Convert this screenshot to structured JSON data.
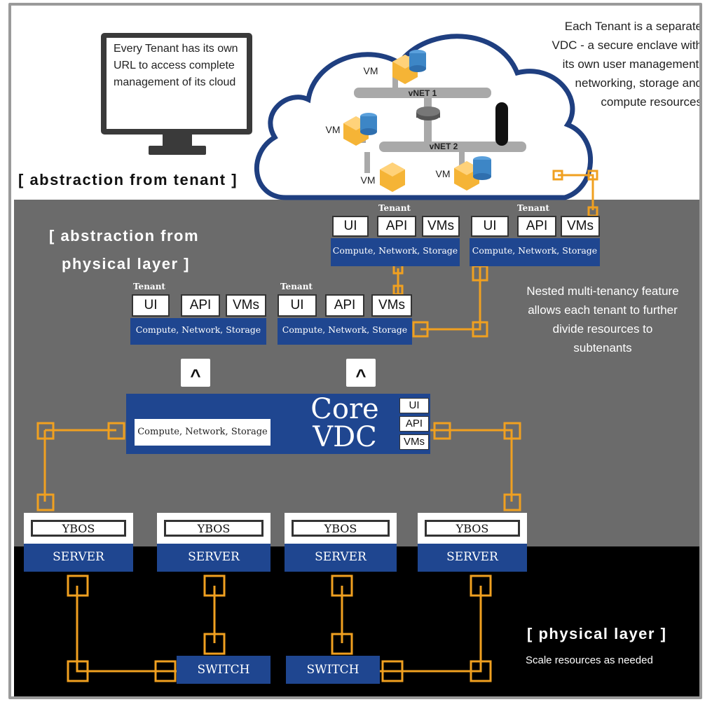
{
  "monitor": {
    "text": "Every Tenant has its own URL to access complete management of its cloud"
  },
  "headings": {
    "tenant": "[ abstraction from tenant ]",
    "physical_abstraction_line1": "[ abstraction from",
    "physical_abstraction_line2": "physical layer ]",
    "physical_layer": "[ physical layer ]"
  },
  "notes": {
    "vdc": [
      "Each Tenant is a separate",
      "VDC - a secure enclave with",
      "its own user management,",
      "networking, storage and",
      "compute resources"
    ],
    "nested": [
      "Nested multi-tenancy feature",
      "allows each tenant to further",
      "divide resources to",
      "subtenants"
    ],
    "scale": "Scale resources as needed"
  },
  "cloud": {
    "vnet1": "vNET 1",
    "vnet2": "vNET 2",
    "vm_label": "VM"
  },
  "tenant_block": {
    "label": "Tenant",
    "ui": "UI",
    "api": "API",
    "vms": "VMs",
    "resources": "Compute, Network, Storage"
  },
  "core": {
    "title_line1": "Core",
    "title_line2": "VDC",
    "resources": "Compute, Network, Storage",
    "ui": "UI",
    "api": "API",
    "vms": "VMs"
  },
  "servers": {
    "os": "YBOS",
    "label": "SERVER"
  },
  "switches": {
    "label": "SWITCH"
  },
  "arrow_glyph": "^",
  "colors": {
    "blue": "#1f4690",
    "orange": "#f0a020",
    "gray_band": "#6b6b6b",
    "node_orange": "#f5b436",
    "db_blue": "#3d86c6"
  }
}
